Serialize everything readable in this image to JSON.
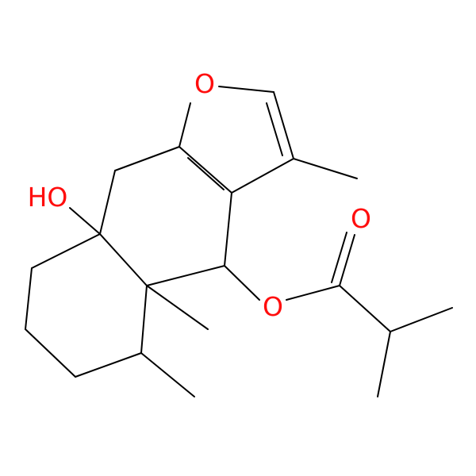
{
  "molecule": {
    "atom_labels": {
      "furan_oxygen": "O",
      "hydroxyl": "HO",
      "ester_oxygen": "O",
      "carbonyl_oxygen": "O"
    },
    "colors": {
      "bond": "#000000",
      "oxygen": "#ff0d0d"
    }
  }
}
